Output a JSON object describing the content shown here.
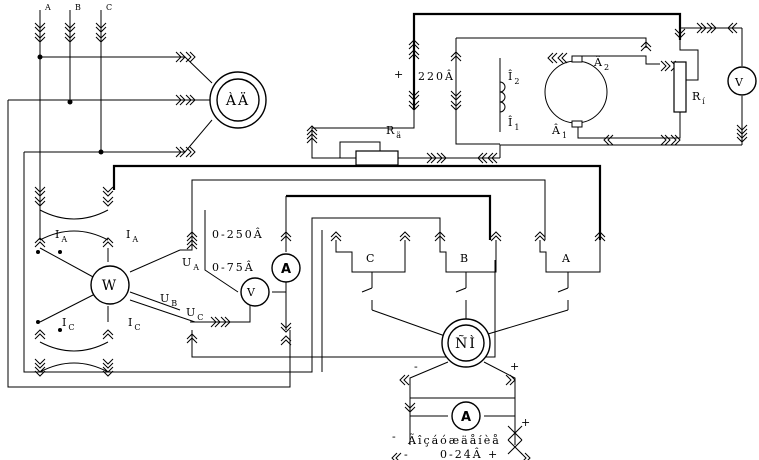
{
  "diagram": {
    "phases": {
      "a": "A",
      "b": "B",
      "c": "C"
    },
    "generator": "ÀÄ",
    "supply_voltage": "220Â",
    "supply_plus": "+",
    "rheostat_label": "R",
    "rheostat_sub": "ä",
    "field_winding": {
      "o1": "Î",
      "o1_sub": "1",
      "o2": "Î",
      "o2_sub": "2"
    },
    "armature": {
      "b1": "Â",
      "b1_sub": "1",
      "b2": "Â",
      "b2_sub": "2"
    },
    "load_resistor": "R",
    "load_sub": "í",
    "voltmeter": "V",
    "wattmeter": "W",
    "ammeter": "A",
    "current_ia": "I",
    "current_ia_sub": "A",
    "current_ic": "I",
    "current_ic_sub": "C",
    "voltage_ua": "U",
    "voltage_ua_sub": "A",
    "voltage_ub": "U",
    "voltage_ub_sub": "B",
    "voltage_uc": "U",
    "voltage_uc_sub": "C",
    "ammeter_range": "0-250Â",
    "voltmeter_range": "0-75Â",
    "switch_c": "C",
    "switch_b": "B",
    "switch_a": "A",
    "motor": "ÑÌ",
    "minus": "-",
    "plus": "+",
    "supply_caption": "Ãîçáóæäåíèå",
    "supply_range": "0-24Â"
  }
}
